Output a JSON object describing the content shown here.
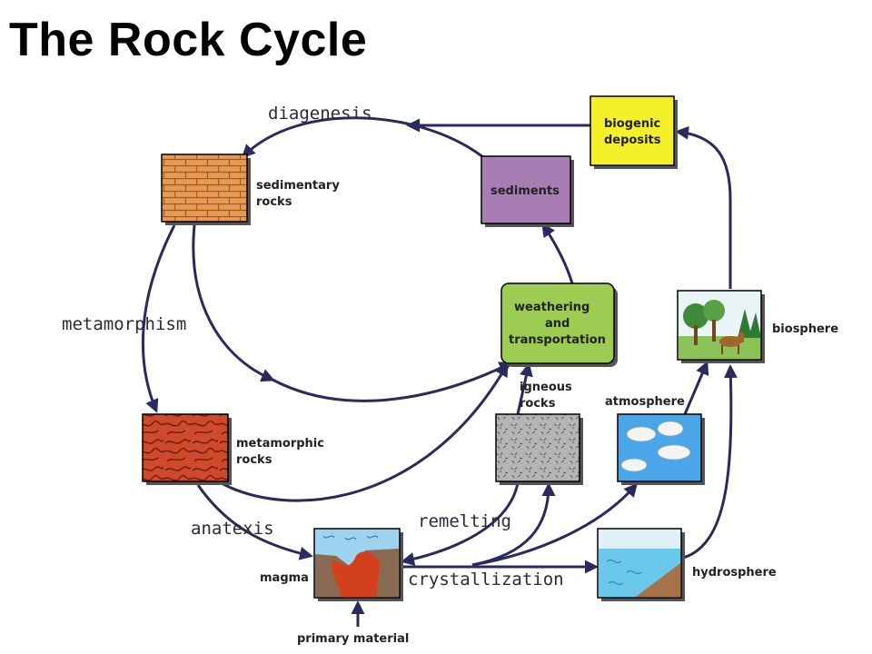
{
  "title": "The Rock Cycle",
  "processes": {
    "diagenesis": "diagenesis",
    "metamorphism": "metamorphism",
    "anatexis": "anatexis",
    "remelting": "remelting",
    "crystallization": "crystallization"
  },
  "nodes": {
    "sedimentary_rocks": [
      "sedimentary",
      "rocks"
    ],
    "sediments": "sediments",
    "biogenic_deposits": [
      "biogenic",
      "deposits"
    ],
    "weathering": [
      "weathering",
      "and",
      "transportation"
    ],
    "biosphere": "biosphere",
    "igneous_rocks": [
      "igneous",
      "rocks"
    ],
    "atmosphere": "atmosphere",
    "metamorphic_rocks": [
      "metamorphic",
      "rocks"
    ],
    "magma": "magma",
    "hydrosphere": "hydrosphere",
    "primary_material": "primary material"
  },
  "colors": {
    "arrow": "#2b2a5e",
    "sediments_box": "#a77db3",
    "biogenic_box": "#f5f02a",
    "weathering_box": "#9ccc52",
    "sedimentary_brick": "#e89a55",
    "metamorphic": "#cf4a2a",
    "igneous": "#b4b4b4",
    "sky": "#4aa6e8",
    "water": "#6cc8ea"
  }
}
